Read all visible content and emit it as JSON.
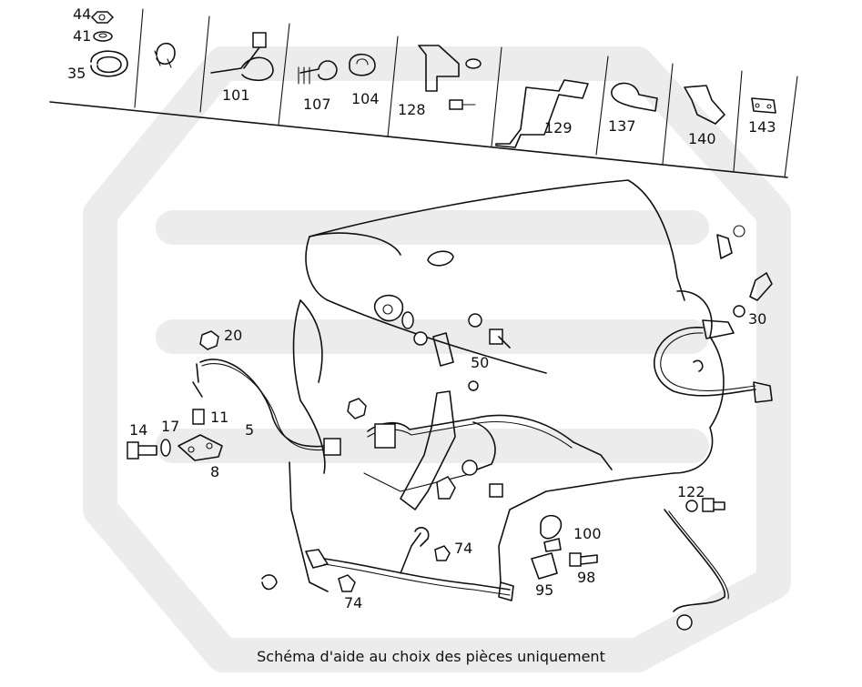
{
  "caption": "Schéma d'aide au choix des pièces uniquement",
  "colors": {
    "ink": "#111111",
    "watermark": "#ececec",
    "background": "#ffffff"
  },
  "header_labels": {
    "p44": "44",
    "p41": "41",
    "p35": "35",
    "p101": "101",
    "p107": "107",
    "p104": "104",
    "p128": "128",
    "p129": "129",
    "p137": "137",
    "p140": "140",
    "p143": "143"
  },
  "diagram_labels": {
    "p20": "20",
    "p14": "14",
    "p17": "17",
    "p11": "11",
    "p5": "5",
    "p8": "8",
    "p50": "50",
    "p30": "30",
    "p122": "122",
    "p100": "100",
    "p98": "98",
    "p95": "95",
    "p74a": "74",
    "p74b": "74"
  }
}
